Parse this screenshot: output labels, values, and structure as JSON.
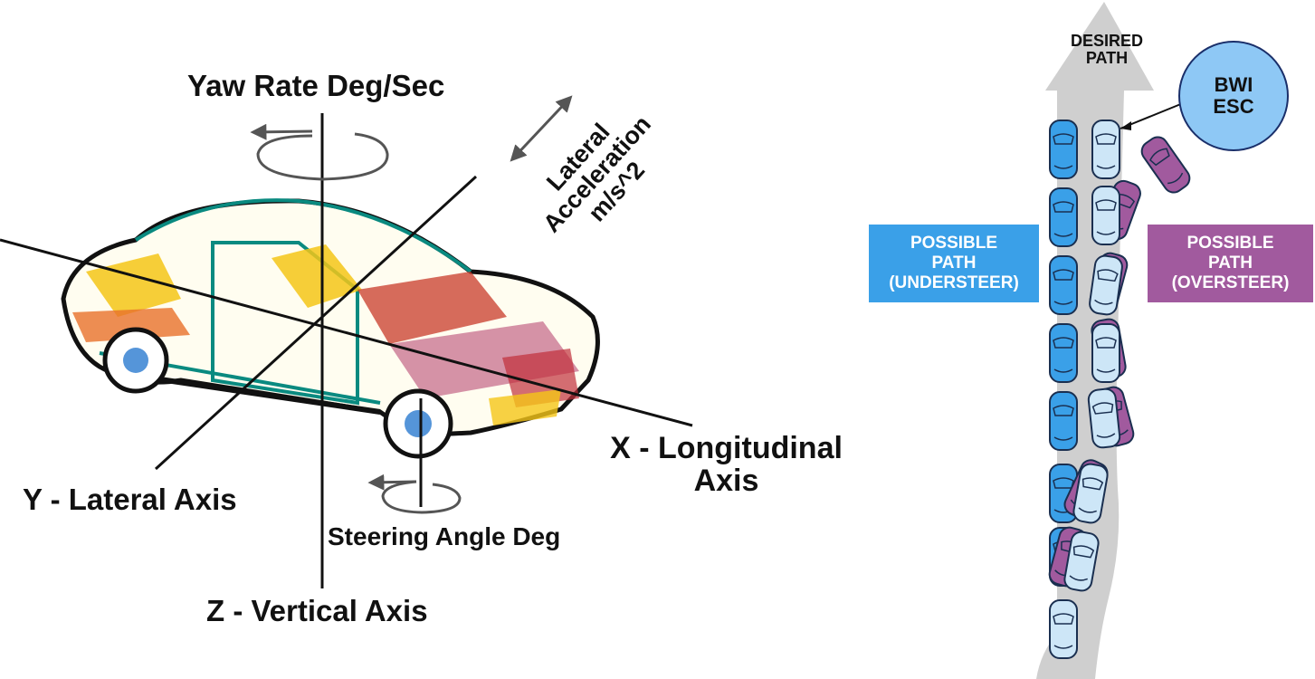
{
  "axes_diagram": {
    "yaw_label": "Yaw Rate Deg/Sec",
    "lateral_accel_label": "Lateral\nAcceleration\nm/s^2",
    "x_axis_label": "X - Longitudinal\nAxis",
    "y_axis_label": "Y - Lateral Axis",
    "z_axis_label": "Z - Vertical Axis",
    "steering_label": "Steering Angle Deg"
  },
  "path_diagram": {
    "desired_path_label": "DESIRED\nPATH",
    "esc_badge": "BWI\nESC",
    "understeer_box": "POSSIBLE\nPATH\n(UNDERSTEER)",
    "oversteer_box": "POSSIBLE\nPATH\n(OVERSTEER)"
  },
  "colors": {
    "understeer_blue": "#3aa0e8",
    "oversteer_purple": "#a15a9e",
    "esc_car_light_blue": "#cde6f7",
    "road_gray": "#cfcfcf",
    "badge_fill": "#8ec8f5"
  }
}
